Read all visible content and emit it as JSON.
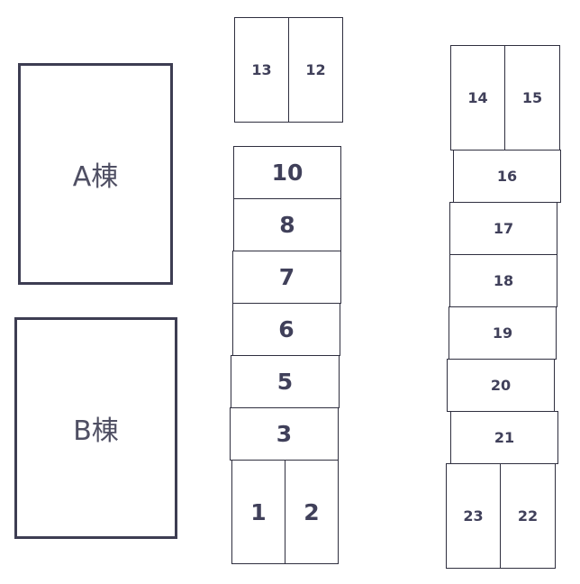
{
  "buildings": {
    "a": "A棟",
    "b": "B棟"
  },
  "lots": {
    "l13": "13",
    "l12": "12",
    "l10": "10",
    "l8": "8",
    "l7": "7",
    "l6": "6",
    "l5": "5",
    "l3": "3",
    "l1": "1",
    "l2": "2",
    "l14": "14",
    "l15": "15",
    "l16": "16",
    "l17": "17",
    "l18": "18",
    "l19": "19",
    "l20": "20",
    "l21": "21",
    "l23": "23",
    "l22": "22"
  },
  "colors": {
    "outline": "#2f2f3f",
    "label": "#40405a"
  }
}
